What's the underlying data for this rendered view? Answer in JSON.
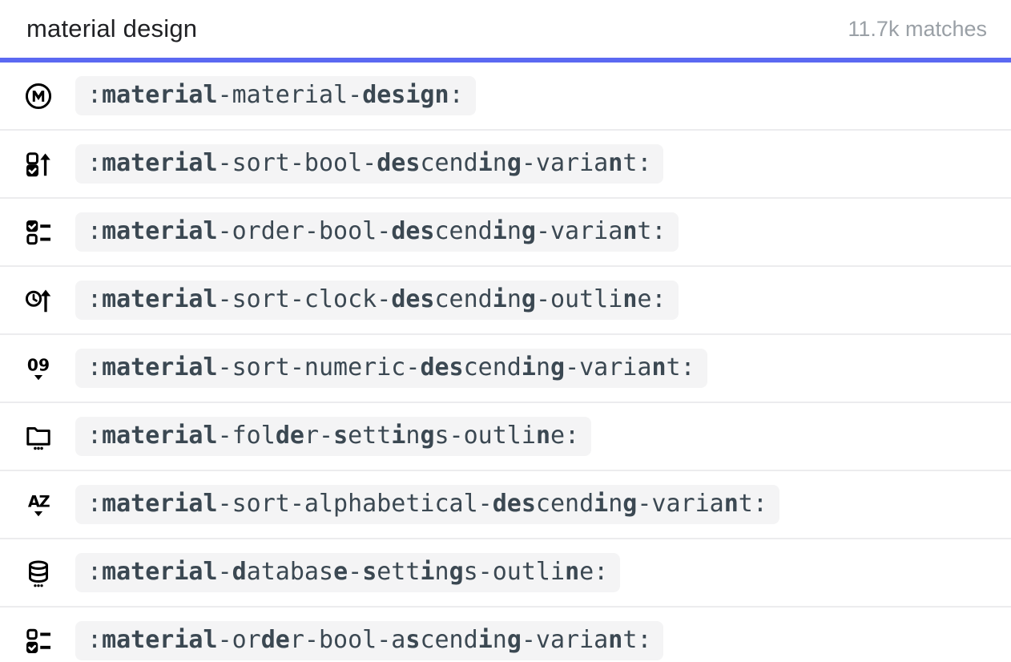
{
  "header": {
    "query": "material design",
    "matches": "11.7k matches"
  },
  "colors": {
    "accent": "#5b69f2",
    "chip_background": "#f4f4f5",
    "code_text": "#3b4852",
    "separator": "#ececee",
    "matches_text": "#9aa0a6",
    "icon": "#000000"
  },
  "rows": [
    {
      "icon": "material-design",
      "code": ":material-material-design:",
      "segments": [
        {
          "text": ":",
          "bold": false
        },
        {
          "text": "material",
          "bold": true
        },
        {
          "text": "-material-",
          "bold": false
        },
        {
          "text": "design",
          "bold": true
        },
        {
          "text": ":",
          "bold": false
        }
      ]
    },
    {
      "icon": "sort-bool-descending-variant",
      "code": ":material-sort-bool-descending-variant:",
      "segments": [
        {
          "text": ":",
          "bold": false
        },
        {
          "text": "material",
          "bold": true
        },
        {
          "text": "-sort-bool-",
          "bold": false
        },
        {
          "text": "des",
          "bold": true
        },
        {
          "text": "cend",
          "bold": false
        },
        {
          "text": "i",
          "bold": true
        },
        {
          "text": "n",
          "bold": false
        },
        {
          "text": "g",
          "bold": true
        },
        {
          "text": "-varia",
          "bold": false
        },
        {
          "text": "n",
          "bold": true
        },
        {
          "text": "t:",
          "bold": false
        }
      ]
    },
    {
      "icon": "order-bool-descending-variant",
      "code": ":material-order-bool-descending-variant:",
      "segments": [
        {
          "text": ":",
          "bold": false
        },
        {
          "text": "material",
          "bold": true
        },
        {
          "text": "-order-bool-",
          "bold": false
        },
        {
          "text": "des",
          "bold": true
        },
        {
          "text": "cend",
          "bold": false
        },
        {
          "text": "i",
          "bold": true
        },
        {
          "text": "n",
          "bold": false
        },
        {
          "text": "g",
          "bold": true
        },
        {
          "text": "-varia",
          "bold": false
        },
        {
          "text": "n",
          "bold": true
        },
        {
          "text": "t:",
          "bold": false
        }
      ]
    },
    {
      "icon": "sort-clock-descending-outline",
      "code": ":material-sort-clock-descending-outline:",
      "segments": [
        {
          "text": ":",
          "bold": false
        },
        {
          "text": "material",
          "bold": true
        },
        {
          "text": "-sort-clock-",
          "bold": false
        },
        {
          "text": "des",
          "bold": true
        },
        {
          "text": "cend",
          "bold": false
        },
        {
          "text": "i",
          "bold": true
        },
        {
          "text": "n",
          "bold": false
        },
        {
          "text": "g",
          "bold": true
        },
        {
          "text": "-outli",
          "bold": false
        },
        {
          "text": "n",
          "bold": true
        },
        {
          "text": "e:",
          "bold": false
        }
      ]
    },
    {
      "icon": "sort-numeric-descending-variant",
      "code": ":material-sort-numeric-descending-variant:",
      "segments": [
        {
          "text": ":",
          "bold": false
        },
        {
          "text": "material",
          "bold": true
        },
        {
          "text": "-sort-numeric-",
          "bold": false
        },
        {
          "text": "des",
          "bold": true
        },
        {
          "text": "cend",
          "bold": false
        },
        {
          "text": "i",
          "bold": true
        },
        {
          "text": "n",
          "bold": false
        },
        {
          "text": "g",
          "bold": true
        },
        {
          "text": "-varia",
          "bold": false
        },
        {
          "text": "n",
          "bold": true
        },
        {
          "text": "t:",
          "bold": false
        }
      ]
    },
    {
      "icon": "folder-settings-outline",
      "code": ":material-folder-settings-outline:",
      "segments": [
        {
          "text": ":",
          "bold": false
        },
        {
          "text": "material",
          "bold": true
        },
        {
          "text": "-fol",
          "bold": false
        },
        {
          "text": "de",
          "bold": true
        },
        {
          "text": "r-",
          "bold": false
        },
        {
          "text": "s",
          "bold": true
        },
        {
          "text": "ett",
          "bold": false
        },
        {
          "text": "i",
          "bold": true
        },
        {
          "text": "n",
          "bold": false
        },
        {
          "text": "g",
          "bold": true
        },
        {
          "text": "s-outli",
          "bold": false
        },
        {
          "text": "n",
          "bold": true
        },
        {
          "text": "e:",
          "bold": false
        }
      ]
    },
    {
      "icon": "sort-alphabetical-descending-variant",
      "code": ":material-sort-alphabetical-descending-variant:",
      "segments": [
        {
          "text": ":",
          "bold": false
        },
        {
          "text": "material",
          "bold": true
        },
        {
          "text": "-sort-alphabetical-",
          "bold": false
        },
        {
          "text": "des",
          "bold": true
        },
        {
          "text": "cend",
          "bold": false
        },
        {
          "text": "i",
          "bold": true
        },
        {
          "text": "n",
          "bold": false
        },
        {
          "text": "g",
          "bold": true
        },
        {
          "text": "-varia",
          "bold": false
        },
        {
          "text": "n",
          "bold": true
        },
        {
          "text": "t:",
          "bold": false
        }
      ]
    },
    {
      "icon": "database-settings-outline",
      "code": ":material-database-settings-outline:",
      "segments": [
        {
          "text": ":",
          "bold": false
        },
        {
          "text": "material",
          "bold": true
        },
        {
          "text": "-",
          "bold": false
        },
        {
          "text": "d",
          "bold": true
        },
        {
          "text": "atabas",
          "bold": false
        },
        {
          "text": "e",
          "bold": true
        },
        {
          "text": "-",
          "bold": false
        },
        {
          "text": "s",
          "bold": true
        },
        {
          "text": "ett",
          "bold": false
        },
        {
          "text": "i",
          "bold": true
        },
        {
          "text": "n",
          "bold": false
        },
        {
          "text": "g",
          "bold": true
        },
        {
          "text": "s-outli",
          "bold": false
        },
        {
          "text": "n",
          "bold": true
        },
        {
          "text": "e:",
          "bold": false
        }
      ]
    },
    {
      "icon": "order-bool-ascending-variant",
      "code": ":material-order-bool-ascending-variant:",
      "segments": [
        {
          "text": ":",
          "bold": false
        },
        {
          "text": "material",
          "bold": true
        },
        {
          "text": "-or",
          "bold": false
        },
        {
          "text": "de",
          "bold": true
        },
        {
          "text": "r-bool-a",
          "bold": false
        },
        {
          "text": "s",
          "bold": true
        },
        {
          "text": "cend",
          "bold": false
        },
        {
          "text": "i",
          "bold": true
        },
        {
          "text": "n",
          "bold": false
        },
        {
          "text": "g",
          "bold": true
        },
        {
          "text": "-varia",
          "bold": false
        },
        {
          "text": "n",
          "bold": true
        },
        {
          "text": "t:",
          "bold": false
        }
      ]
    }
  ]
}
